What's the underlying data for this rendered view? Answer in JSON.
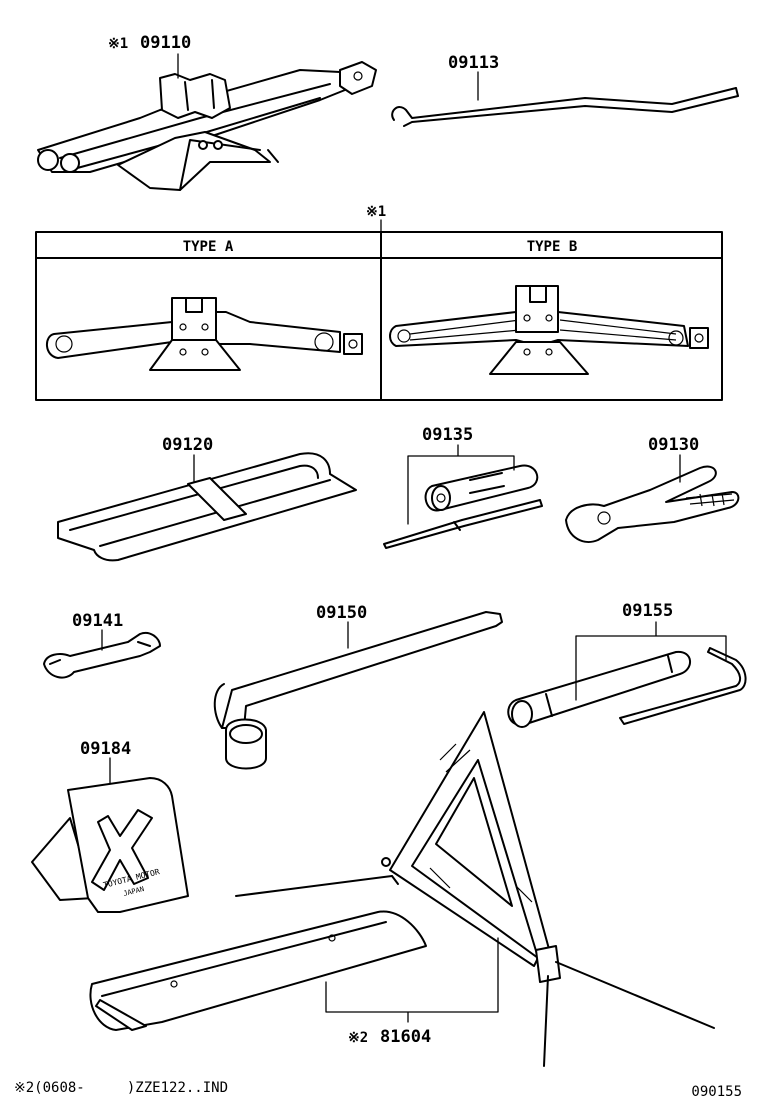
{
  "parts": {
    "jack": {
      "ref_mark": "※1",
      "number": "09110"
    },
    "jack_handle": {
      "number": "09113"
    },
    "tool_bag": {
      "number": "09120"
    },
    "screwdriver_set": {
      "number": "09135"
    },
    "pliers": {
      "number": "09130"
    },
    "open_wrench": {
      "number": "09141"
    },
    "lug_wrench": {
      "number": "09150"
    },
    "plug_wrench_set": {
      "number": "09155"
    },
    "wheel_chock": {
      "number": "09184",
      "imprint_line1": "TOYOTA MOTOR",
      "imprint_line2": "JAPAN"
    },
    "warning_triangle": {
      "ref_mark": "※2",
      "number": "81604"
    }
  },
  "type_table": {
    "ref_mark": "※1",
    "type_a": "TYPE A",
    "type_b": "TYPE B"
  },
  "footer": {
    "note": "※2(0608-     )ZZE122..IND",
    "illustration_id": "090155"
  }
}
